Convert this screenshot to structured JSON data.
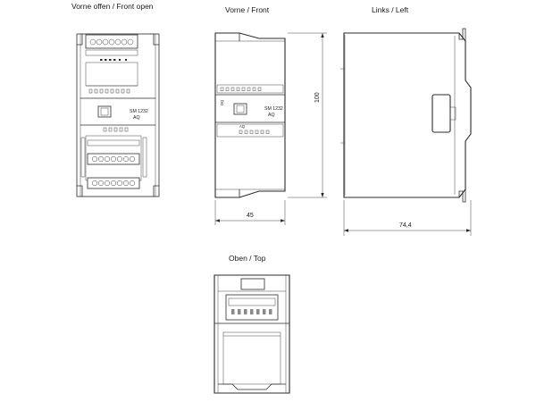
{
  "views": {
    "front_open": {
      "title": "Vorne offen / Front open"
    },
    "front": {
      "title": "Vorne / Front"
    },
    "left": {
      "title": "Links / Left"
    },
    "top": {
      "title": "Oben / Top"
    }
  },
  "dimensions": {
    "width_front": "45",
    "height": "100",
    "depth_left": "74,4"
  },
  "module": {
    "model": "SM 1232",
    "variant": "AQ",
    "label_aq": "AQ",
    "label_dq": "DQ"
  }
}
